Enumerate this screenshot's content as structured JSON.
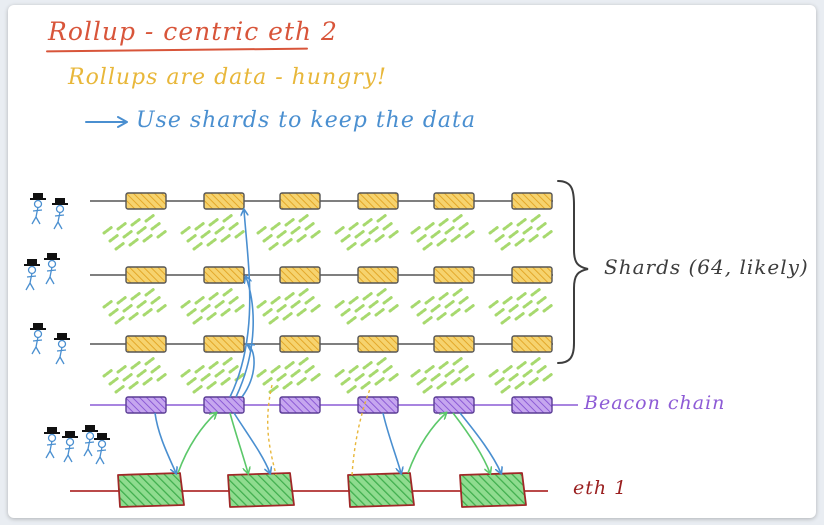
{
  "title": "Rollup - centric eth 2",
  "subtitle": "Rollups are data - hungry!",
  "note": "Use shards to keep the data",
  "labels": {
    "shards": "Shards (64, likely)",
    "beacon": "Beacon chain",
    "eth1": "eth 1"
  },
  "colors": {
    "title": "#d8553a",
    "subtitle": "#e8b73a",
    "note": "#4a8fd0",
    "shard_block": "#f2c14e",
    "beacon_block": "#a77be0",
    "eth1_block": "#5fc46a",
    "eth1_line": "#b03030",
    "data_marks": "#a7d96e"
  }
}
